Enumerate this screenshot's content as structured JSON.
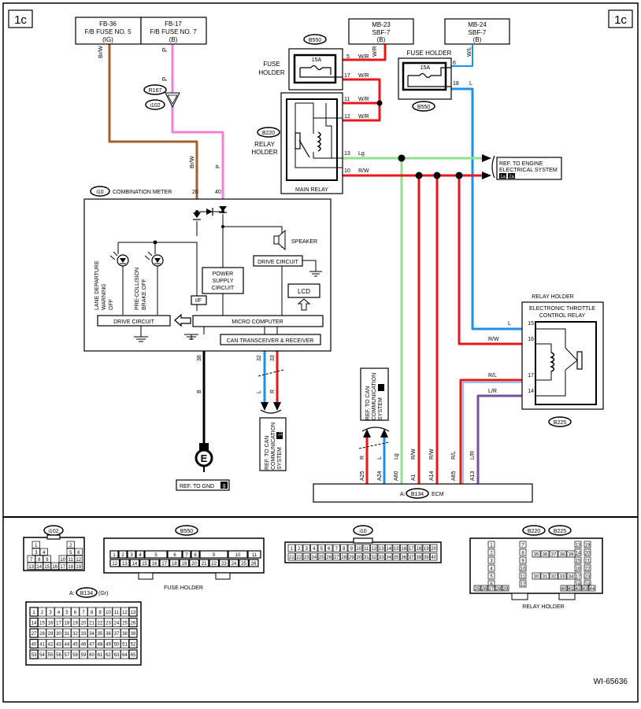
{
  "section_code": "1c",
  "figure_code": "WI-65636",
  "fuses": {
    "fb36": {
      "line1": "FB-36",
      "line2": "F/B FUSE NO. 5",
      "line3": "(IG)"
    },
    "fb17": {
      "line1": "FB-17",
      "line2": "F/B FUSE NO. 7",
      "line3": "(B)"
    },
    "mb23": {
      "line1": "MB-23",
      "line2": "SBF-7",
      "line3": "(B)"
    },
    "mb24": {
      "line1": "MB-24",
      "line2": "SBF-7",
      "line3": "(B)"
    }
  },
  "connectors": {
    "r167": "R167",
    "i102": "i102",
    "b550": "B550",
    "b220": "B220",
    "b225": "B225",
    "i10": "i10",
    "b134": "B134"
  },
  "labels": {
    "fuse_holder_line1": "FUSE",
    "fuse_holder_line2": "HOLDER",
    "fuse_holder_right": "FUSE HOLDER",
    "fuse_15a": "15A",
    "relay_holder_line1": "RELAY",
    "relay_holder_line2": "HOLDER",
    "main_relay": "MAIN RELAY",
    "combination_meter": "COMBINATION METER",
    "speaker": "SPEAKER",
    "drive_circuit": "DRIVE CIRCUIT",
    "power_supply_1": "POWER",
    "power_supply_2": "SUPPLY",
    "power_supply_3": "CIRCUIT",
    "lcd": "LCD",
    "if": "I/F",
    "micro_computer": "MICRO COMPUTER",
    "can_transceiver": "CAN TRANSCEIVER & RECEIVER",
    "lane_departure_1": "LANE DEPARTURE",
    "lane_departure_2": "WARNING",
    "lane_departure_3": "OFF",
    "pre_collision_1": "PRE-COLLISION",
    "pre_collision_2": "BRAKE OFF",
    "ref_engine_1": "REF. TO ENGINE",
    "ref_engine_2": "ELECTRICAL SYSTEM",
    "ref_engine_badges": [
      "1a",
      "2a"
    ],
    "relay_holder_right": "RELAY HOLDER",
    "etc_relay_1": "ELECTRONIC THROTTLE",
    "etc_relay_2": "CONTROL RELAY",
    "ref_can_1": "REF. TO CAN",
    "ref_can_2": "COMMUNICATION",
    "ref_can_3": "SYSTEM",
    "ref_can_badge": "1c",
    "ref_gnd": "REF. TO GND",
    "gnd_badge": "g",
    "ecm": "ECM",
    "ecm_prefix": "A:",
    "ground_letter": "E",
    "bottom_fuse_holder": "FUSE HOLDER",
    "bottom_relay_holder": "RELAY HOLDER",
    "b134_prefix": "A:",
    "b134_suffix": "(Gr)"
  },
  "wire_colors": {
    "BrW": "Br/W",
    "P": "P",
    "WR": "W/R",
    "WL": "W/L",
    "L": "L",
    "Lg": "Lg",
    "RW": "R/W",
    "RL": "R/L",
    "LR": "L/R",
    "R": "R",
    "B": "B"
  },
  "pins": {
    "fuse_left_5": "5",
    "fuse_left_17": "17",
    "relay_11": "11",
    "relay_12": "12",
    "relay_13": "13",
    "relay_10": "10",
    "fuse_right_6": "6",
    "fuse_right_18": "18",
    "meter_20": "20",
    "meter_40": "40",
    "meter_38": "38",
    "meter_32": "32",
    "meter_33": "33",
    "etc_15": "15",
    "etc_16": "16",
    "etc_17": "17",
    "etc_14": "14",
    "ecm_a25": "A25",
    "ecm_a24": "A24",
    "ecm_a60": "A60",
    "ecm_a1": "A1",
    "ecm_a14": "A14",
    "ecm_a65": "A65",
    "ecm_a13": "A13"
  },
  "colors": {
    "brown": "#a0602d",
    "pink": "#f080d8",
    "red": "#e8181c",
    "blue": "#1e90e8",
    "green": "#90e090",
    "purple": "#7a4fa0",
    "black": "#000000"
  },
  "pinouts": {
    "i102": {
      "rows": [
        [
          "1",
          "",
          "2"
        ],
        [
          "3",
          "4",
          "5",
          "6"
        ],
        [
          "7",
          "8",
          "9",
          "10",
          "11",
          "12"
        ],
        [
          "13",
          "14",
          "15",
          "16",
          "17",
          "18",
          "19"
        ]
      ]
    },
    "b550": {
      "rows": [
        [
          "1",
          "2",
          "3",
          "4",
          "5",
          "6",
          "7",
          "8",
          "9",
          "10",
          "11"
        ],
        [
          "12",
          "13",
          "14",
          "15",
          "16",
          "17",
          "18",
          "19",
          "20",
          "21",
          "22",
          "23",
          "24",
          "25",
          "26"
        ]
      ]
    },
    "i10": {
      "rows": [
        [
          "1",
          "2",
          "3",
          "4",
          "5",
          "6",
          "7",
          "8",
          "9",
          "10",
          "11",
          "12",
          "13",
          "14",
          "15",
          "16",
          "17",
          "18",
          "19",
          "20"
        ],
        [
          "21",
          "22",
          "23",
          "24",
          "25",
          "26",
          "27",
          "28",
          "29",
          "30",
          "31",
          "32",
          "33",
          "34",
          "35",
          "36",
          "37",
          "38",
          "39",
          "40"
        ]
      ]
    },
    "b134": {
      "rows": [
        [
          "1",
          "2",
          "3",
          "4",
          "5",
          "6",
          "7",
          "8",
          "9",
          "10",
          "11",
          "12",
          "13"
        ],
        [
          "14",
          "15",
          "16",
          "17",
          "18",
          "19",
          "20",
          "21",
          "22",
          "23",
          "24",
          "25",
          "26"
        ],
        [
          "27",
          "28",
          "29",
          "30",
          "31",
          "32",
          "33",
          "34",
          "35",
          "36",
          "37",
          "38",
          "39"
        ],
        [
          "40",
          "41",
          "42",
          "43",
          "44",
          "45",
          "46",
          "47",
          "48",
          "49",
          "50",
          "51",
          "52"
        ],
        [
          "53",
          "54",
          "55",
          "56",
          "57",
          "58",
          "59",
          "60",
          "61",
          "62",
          "63",
          "64",
          "65"
        ]
      ]
    },
    "relay_holder": {
      "left": [
        "1",
        "2",
        "3",
        "4",
        "5",
        "6",
        "7",
        "8",
        "9",
        "10",
        "11",
        "12"
      ],
      "right": [
        "13",
        "14",
        "15",
        "16",
        "17",
        "18",
        "19",
        "20",
        "21",
        "22",
        "23",
        "24"
      ],
      "block_top": [
        "35",
        "36",
        "37",
        "38",
        "39"
      ],
      "block_bottom": [
        "30",
        "31",
        "32",
        "33",
        "34"
      ],
      "bottom": [
        "25",
        "26",
        "27",
        "28",
        "29",
        "40",
        "41",
        "42",
        "43",
        "44"
      ]
    }
  }
}
